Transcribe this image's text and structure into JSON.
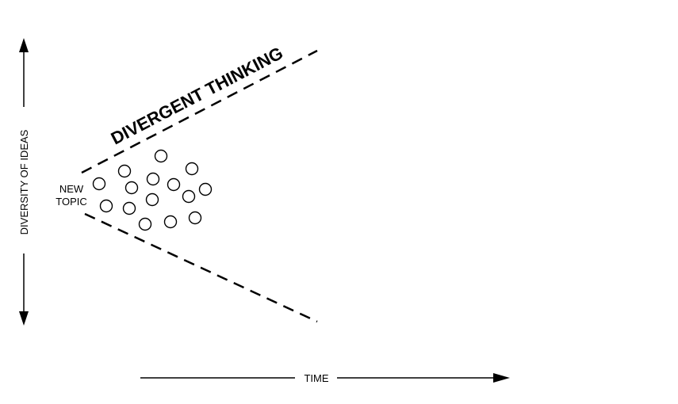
{
  "diagram": {
    "title": "DIVERGENT THINKING",
    "start_label_line1": "NEW",
    "start_label_line2": "TOPIC",
    "x_axis_label": "TIME",
    "y_axis_label": "DIVERSITY OF IDEAS",
    "idea_count": 16,
    "colors": {
      "ink": "#000000",
      "background": "#ffffff"
    }
  }
}
